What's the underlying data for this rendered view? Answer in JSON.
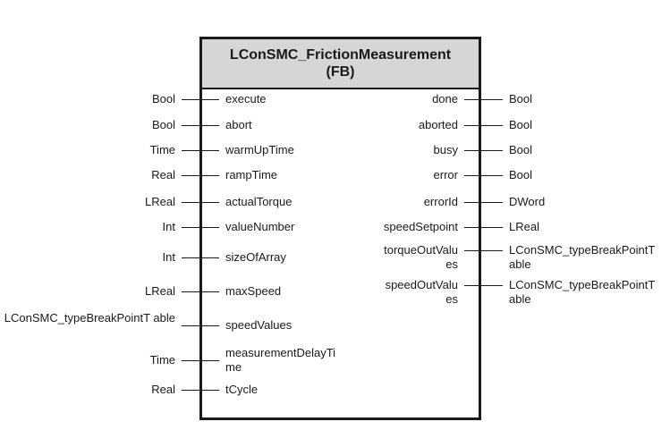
{
  "block": {
    "name": "LConSMC_FrictionMeasurement",
    "kind": "(FB)"
  },
  "inputs": [
    {
      "type": "Bool",
      "pin": "execute"
    },
    {
      "type": "Bool",
      "pin": "abort"
    },
    {
      "type": "Time",
      "pin": "warmUpTime"
    },
    {
      "type": "Real",
      "pin": "rampTime"
    },
    {
      "type": "LReal",
      "pin": "actualTorque"
    },
    {
      "type": "Int",
      "pin": "valueNumber"
    },
    {
      "type": "Int",
      "pin": "sizeOfArray"
    },
    {
      "type": "LReal",
      "pin": "maxSpeed"
    },
    {
      "type": "LConSMC_typeBreakPointT able",
      "pin": "speedValues"
    },
    {
      "type": "Time",
      "pin": "measurementDelayTi me"
    },
    {
      "type": "Real",
      "pin": "tCycle"
    }
  ],
  "outputs": [
    {
      "pin": "done",
      "type": "Bool"
    },
    {
      "pin": "aborted",
      "type": "Bool"
    },
    {
      "pin": "busy",
      "type": "Bool"
    },
    {
      "pin": "error",
      "type": "Bool"
    },
    {
      "pin": "errorId",
      "type": "DWord"
    },
    {
      "pin": "speedSetpoint",
      "type": "LReal"
    },
    {
      "pin": "torqueOutValu es",
      "type": "LConSMC_typeBreakPointT able"
    },
    {
      "pin": "speedOutValu es",
      "type": "LConSMC_typeBreakPointT able"
    }
  ]
}
